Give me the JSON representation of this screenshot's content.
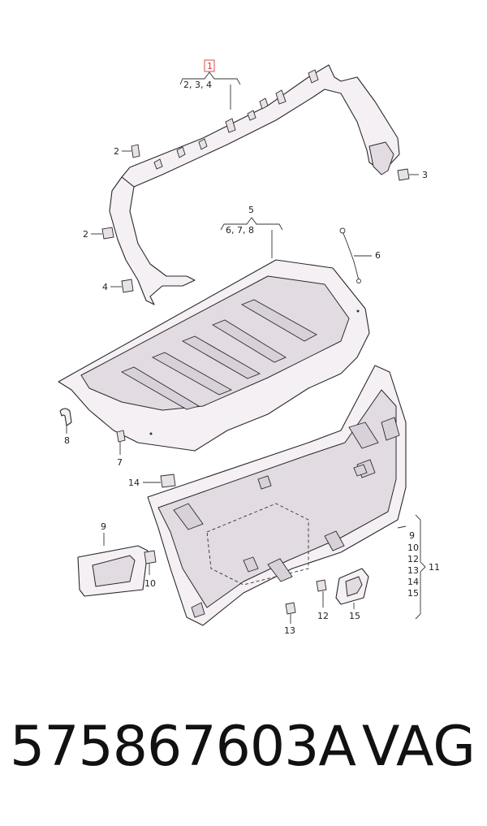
{
  "callouts": {
    "c1": {
      "num": "1",
      "sub": "2, 3, 4"
    },
    "c2a": "2",
    "c2b": "2",
    "c3": "3",
    "c4": "4",
    "c5": {
      "num": "5",
      "sub": "6, 7, 8"
    },
    "c6": "6",
    "c7": "7",
    "c8": "8",
    "c9": "9",
    "c10": "10",
    "c12": "12",
    "c13": "13",
    "c14": "14",
    "c15": "15",
    "c11": {
      "num": "11",
      "list": [
        "9",
        "10",
        "12",
        "13",
        "14",
        "15"
      ]
    }
  },
  "footer": {
    "part_number": "575867603A",
    "brand": "VAG"
  },
  "colors": {
    "highlight": "#d83a3a"
  }
}
